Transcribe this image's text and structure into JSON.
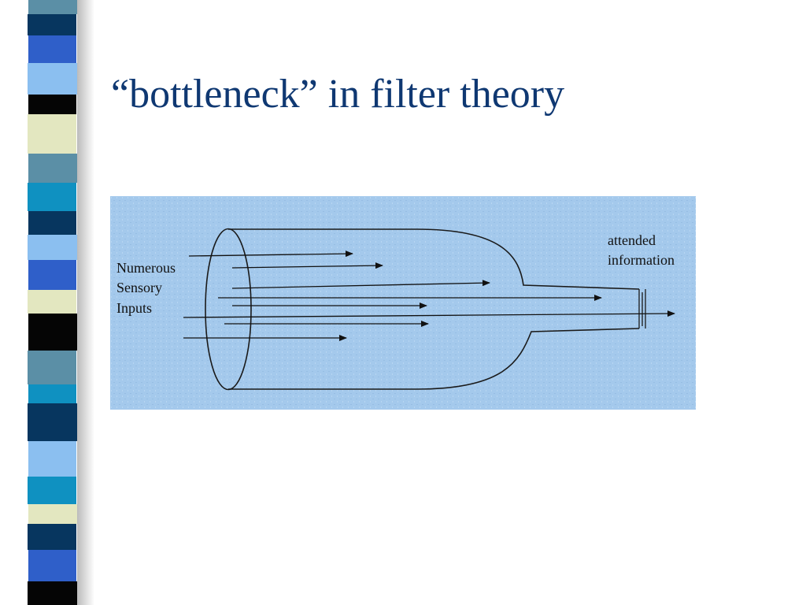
{
  "slide": {
    "title": "“bottleneck” in filter theory"
  },
  "diagram": {
    "input_label_lines": [
      "Numerous",
      "Sensory",
      "Inputs"
    ],
    "output_label_lines": [
      "attended",
      "information"
    ]
  },
  "colors": {
    "title": "#0f3872",
    "diagram_background": "#a4c9ec",
    "stripe_navy": "#07365f",
    "stripe_blue": "#2f5fc9",
    "stripe_teal": "#0f91c1",
    "stripe_steel": "#5b8fa6",
    "stripe_sky": "#8bbff0",
    "stripe_cream": "#e3e7c0",
    "stripe_black": "#050505"
  }
}
